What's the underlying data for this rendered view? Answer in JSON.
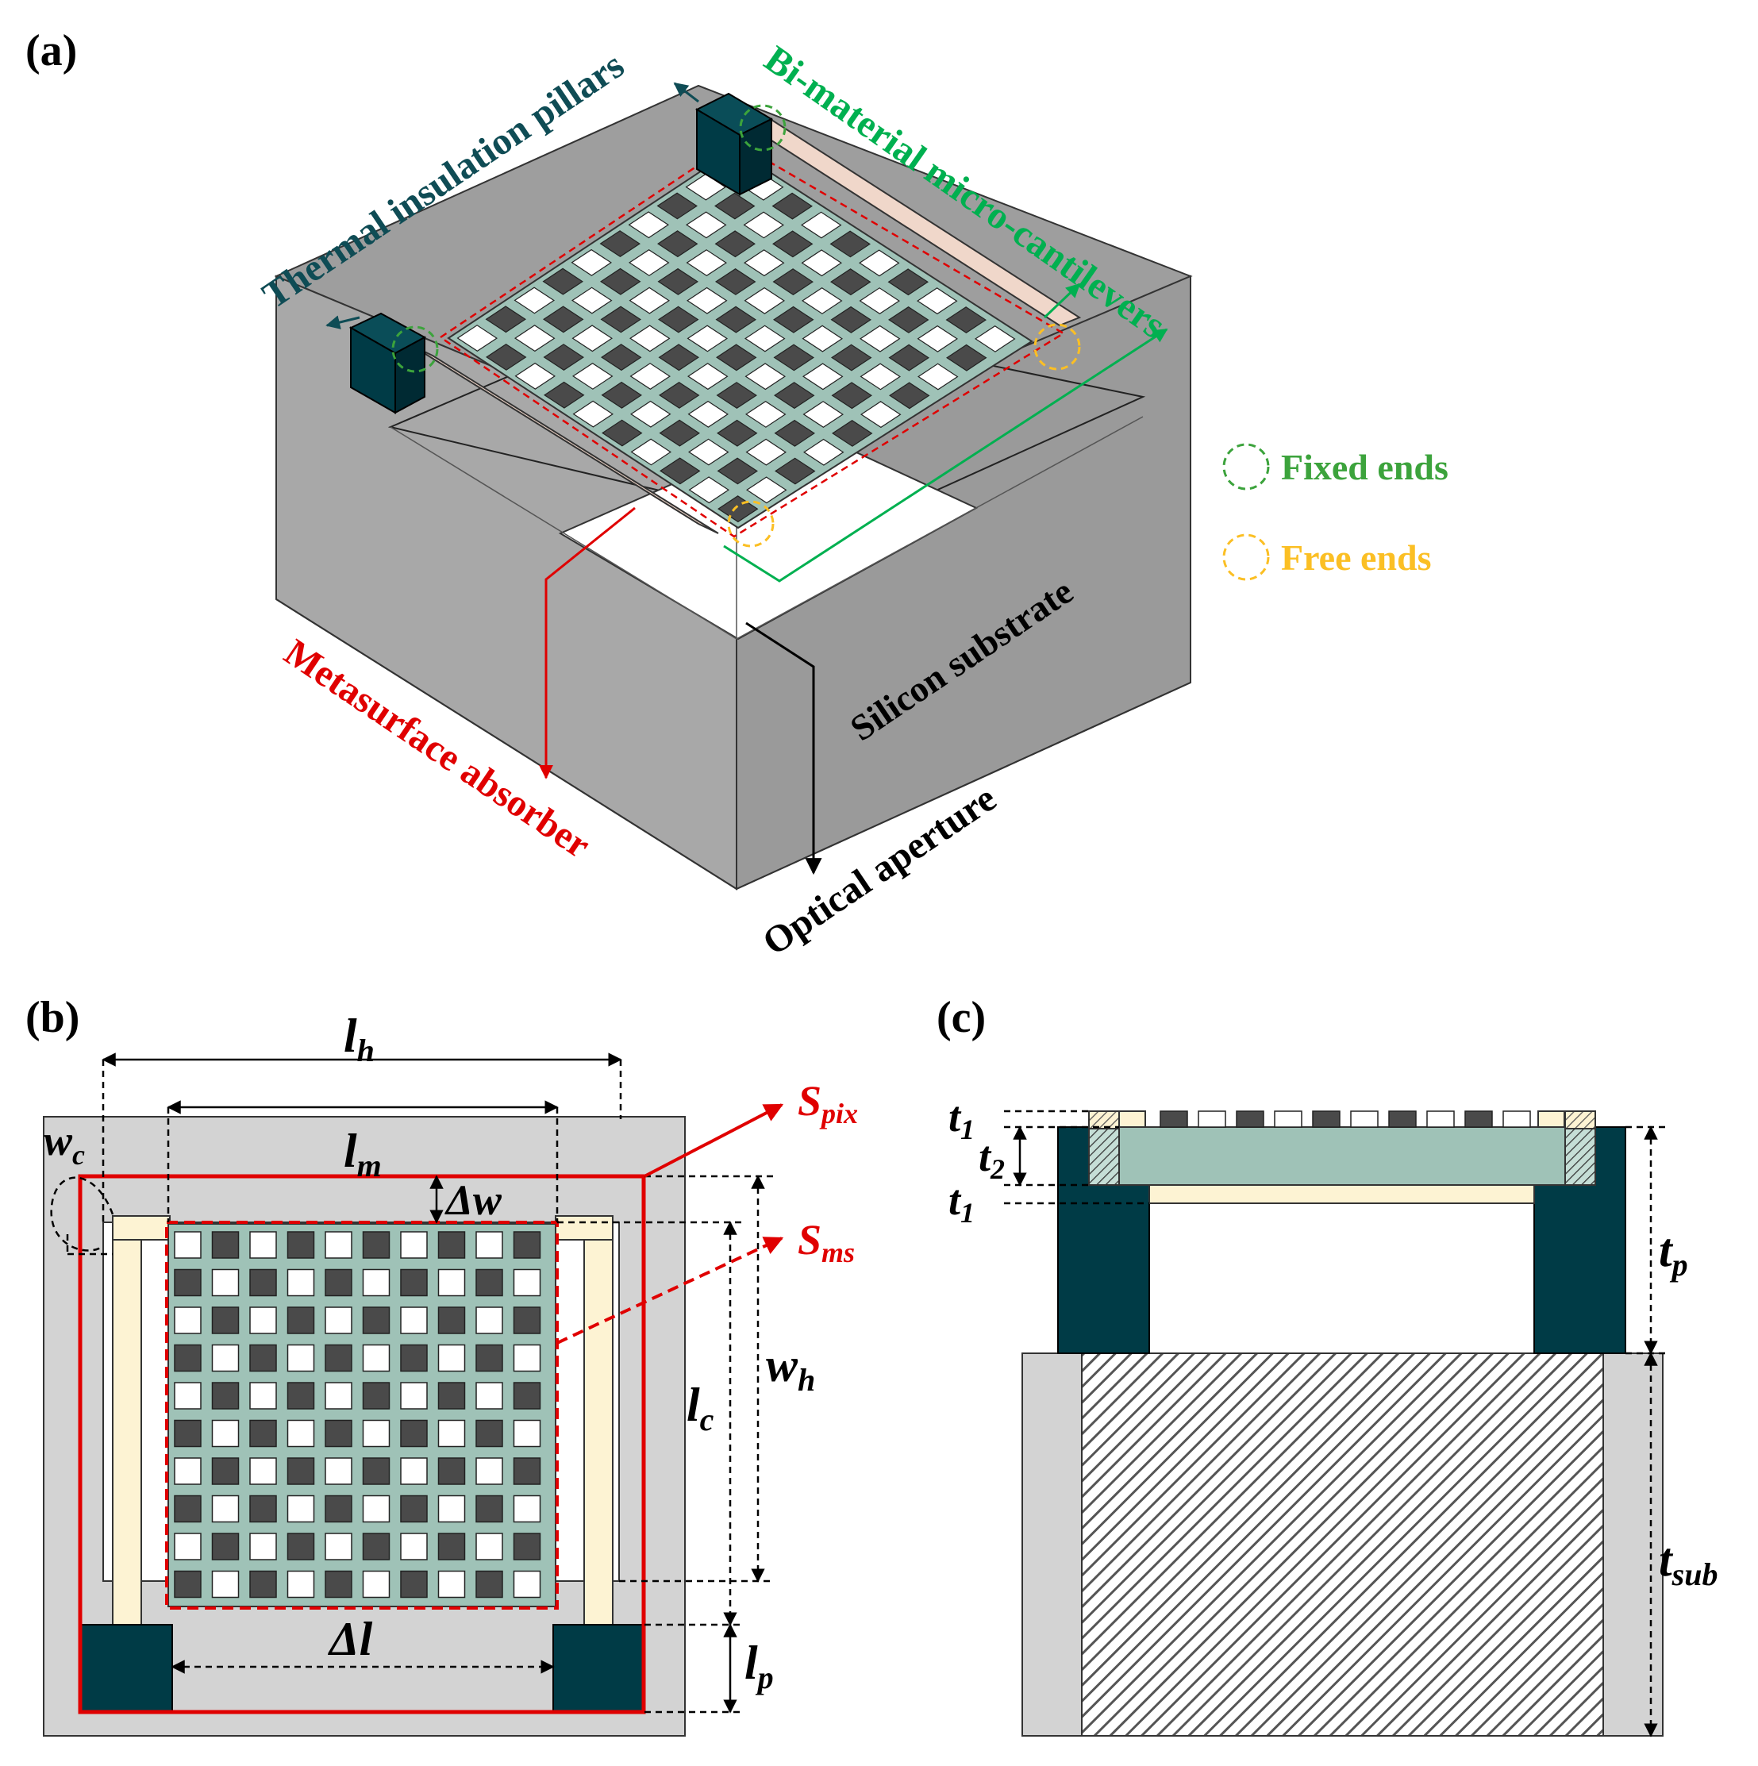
{
  "panels": {
    "a": "(a)",
    "b": "(b)",
    "c": "(c)"
  },
  "labels_a": {
    "pillars": "Thermal insulation pillars",
    "cantilevers": "Bi-material micro-cantilevers",
    "fixed": "Fixed ends",
    "free": "Free ends",
    "substrate": "Silicon substrate",
    "absorber": "Metasurface absorber",
    "aperture": "Optical aperture"
  },
  "symbols_b": {
    "lh_main": "l",
    "lh_sub": "h",
    "lm_main": "l",
    "lm_sub": "m",
    "wc_main": "w",
    "wc_sub": "c",
    "dw": "Δw",
    "spix_main": "S",
    "spix_sub": "pix",
    "sms_main": "S",
    "sms_sub": "ms",
    "lc_main": "l",
    "lc_sub": "c",
    "wh_main": "w",
    "wh_sub": "h",
    "dl": "Δl",
    "lp_main": "l",
    "lp_sub": "p"
  },
  "symbols_c": {
    "t1a_main": "t",
    "t1a_sub": "1",
    "t2_main": "t",
    "t2_sub": "2",
    "t1b_main": "t",
    "t1b_sub": "1",
    "tp_main": "t",
    "tp_sub": "p",
    "tsub_main": "t",
    "tsub_sub": "sub"
  },
  "colors": {
    "pillar": "#003b46",
    "substrate": "#9e9e9e",
    "frame_gray": "#d3d3d3",
    "grid": "#9fc2b7",
    "dark_cell": "#4a4a4a",
    "beam": "#fdf3d3",
    "beam_3d": "#f0d7ca",
    "red": "#e00000",
    "green": "#00b050",
    "green_circle": "#3ca33c",
    "orange": "#fbbf24",
    "pillar_arrow": "#0f4c55"
  }
}
